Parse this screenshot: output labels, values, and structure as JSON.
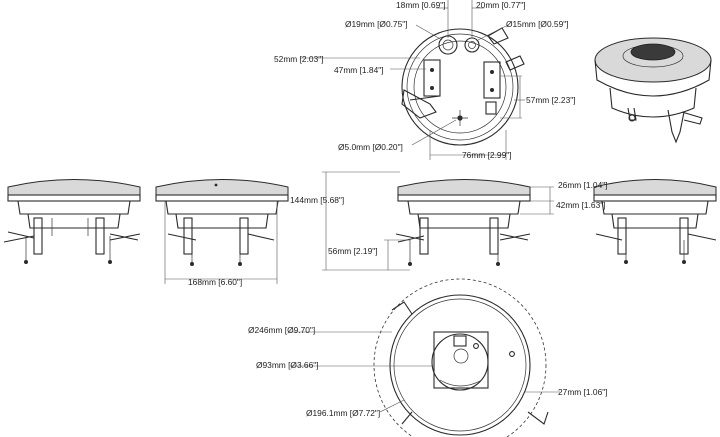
{
  "dimensions": {
    "d18": "18mm [0.69\"]",
    "d20": "20mm [0.77\"]",
    "d19": "Ø19mm [Ø0.75\"]",
    "d15": "Ø15mm [Ø0.59\"]",
    "d52": "52mm [2.03\"]",
    "d47": "47mm [1.84\"]",
    "d57": "57mm [2.23\"]",
    "d5": "Ø5.0mm [Ø0.20\"]",
    "d76": "76mm [2.99\"]",
    "d26": "26mm [1.04\"]",
    "d42": "42mm [1.63\"]",
    "d144": "144mm [5.68\"]",
    "d56": "56mm [2.19\"]",
    "d168": "168mm [6.60\"]",
    "d246": "Ø246mm [Ø9.70\"]",
    "d93": "Ø93mm [Ø3.66\"]",
    "d27": "27mm [1.06\"]",
    "d196": "Ø196.1mm [Ø7.72\"]"
  }
}
